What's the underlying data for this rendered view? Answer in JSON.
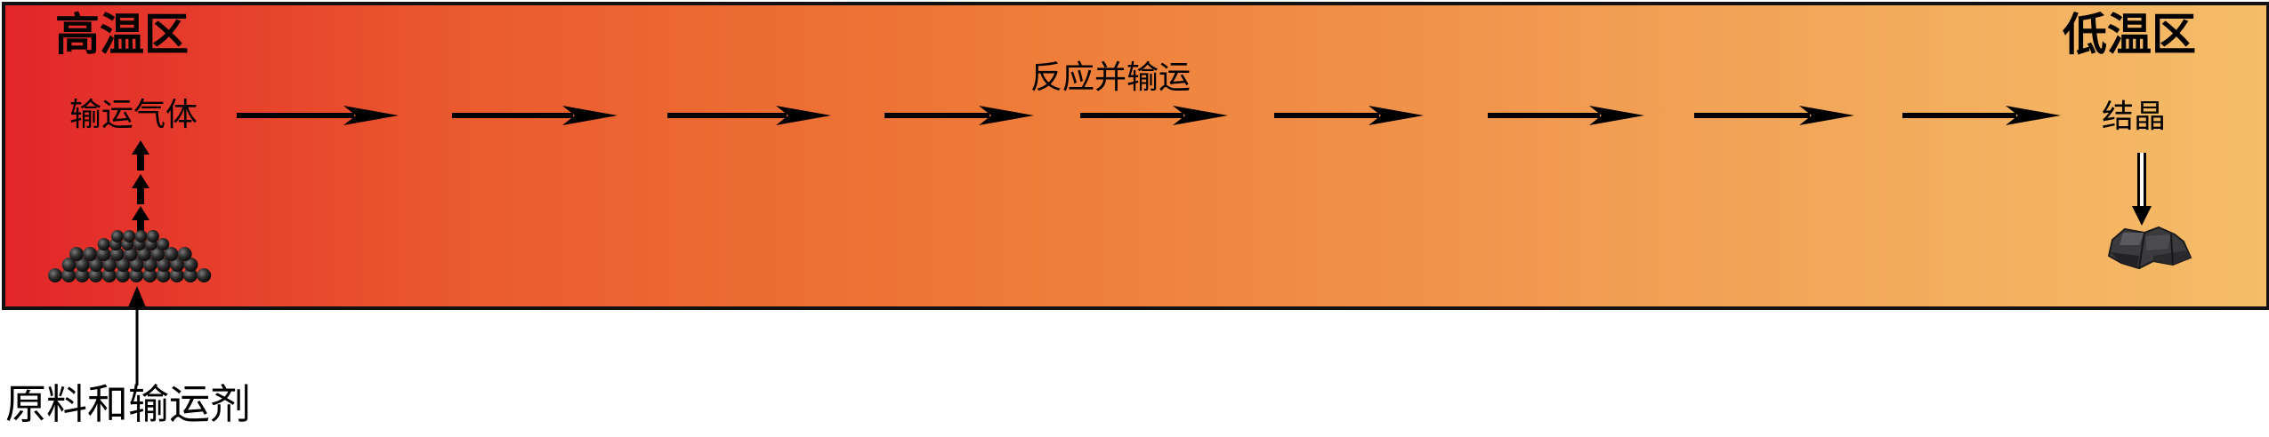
{
  "zones": {
    "hot_label": "高温区",
    "cold_label": "低温区"
  },
  "labels": {
    "transport_gas": "输运气体",
    "react_transport": "反应并输运",
    "crystallize": "结晶",
    "raw_materials": "原料和输运剂"
  },
  "gradient_colors": [
    "#e2262a",
    "#ea5a2e",
    "#ee7c38",
    "#f19c52",
    "#f5bd68"
  ],
  "icons": {
    "flow_arrow": "arrow-right-icon",
    "rise_arrow": "arrow-up-icon",
    "deposit_arrow": "arrow-down-icon",
    "source_pile": "particle-pile-icon",
    "crystal": "crystal-icon"
  }
}
